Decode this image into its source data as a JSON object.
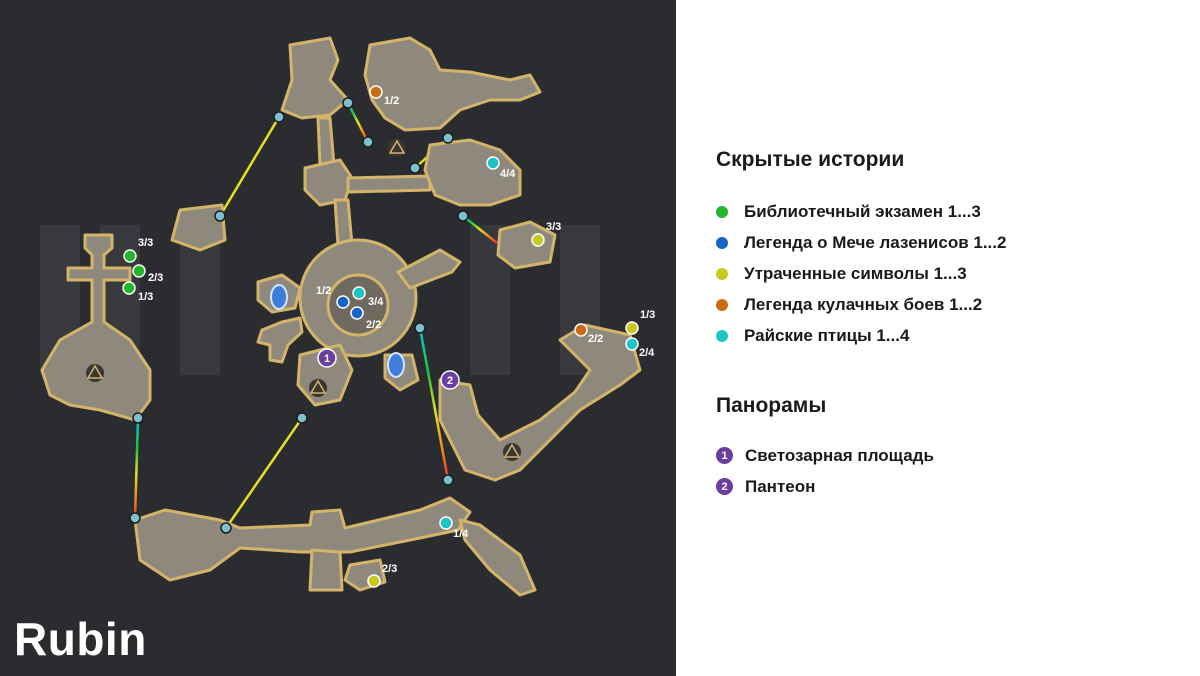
{
  "map": {
    "title": "Rubin",
    "colors": {
      "background": "#2a2c30",
      "floor": "#8e897c",
      "wall": "#d4b46a",
      "portal": "#7fc0cf"
    },
    "markers": [
      {
        "type": "library-exam",
        "color": "#22b52e",
        "label": "3/3"
      },
      {
        "type": "library-exam",
        "color": "#22b52e",
        "label": "2/3"
      },
      {
        "type": "library-exam",
        "color": "#22b52e",
        "label": "1/3"
      },
      {
        "type": "sword-legend",
        "color": "#1565c8",
        "label": "1/2"
      },
      {
        "type": "sword-legend",
        "color": "#1565c8",
        "label": "2/2"
      },
      {
        "type": "lost-symbols",
        "color": "#c8c81e",
        "label": "3/3"
      },
      {
        "type": "lost-symbols",
        "color": "#c8c81e",
        "label": "1/3"
      },
      {
        "type": "lost-symbols",
        "color": "#c8c81e",
        "label": "2/3"
      },
      {
        "type": "fist-legend",
        "color": "#cc6b14",
        "label": "1/2"
      },
      {
        "type": "fist-legend",
        "color": "#cc6b14",
        "label": "2/2"
      },
      {
        "type": "paradise-birds",
        "color": "#1ec4c4",
        "label": "4/4"
      },
      {
        "type": "paradise-birds",
        "color": "#1ec4c4",
        "label": "3/4"
      },
      {
        "type": "paradise-birds",
        "color": "#1ec4c4",
        "label": "2/4"
      },
      {
        "type": "paradise-birds",
        "color": "#1ec4c4",
        "label": "1/4"
      }
    ],
    "panoramas": [
      {
        "label": "1",
        "color": "#6b3fa0"
      },
      {
        "label": "2",
        "color": "#6b3fa0"
      }
    ]
  },
  "legend": {
    "hidden_stories_title": "Скрытые истории",
    "hidden_stories": [
      {
        "label": "Библиотечный экзамен 1...3",
        "color": "#22b52e"
      },
      {
        "label": "Легенда о Мече лазенисов 1...2",
        "color": "#1565c8"
      },
      {
        "label": "Утраченные символы 1...3",
        "color": "#c8c81e"
      },
      {
        "label": "Легенда кулачных боев 1...2",
        "color": "#cc6b14"
      },
      {
        "label": "Райские птицы 1...4",
        "color": "#1ec4c4"
      }
    ],
    "panoramas_title": "Панорамы",
    "panoramas": [
      {
        "num": "1",
        "label": "Светозарная площадь",
        "color": "#6b3fa0"
      },
      {
        "num": "2",
        "label": "Пантеон",
        "color": "#6b3fa0"
      }
    ]
  }
}
